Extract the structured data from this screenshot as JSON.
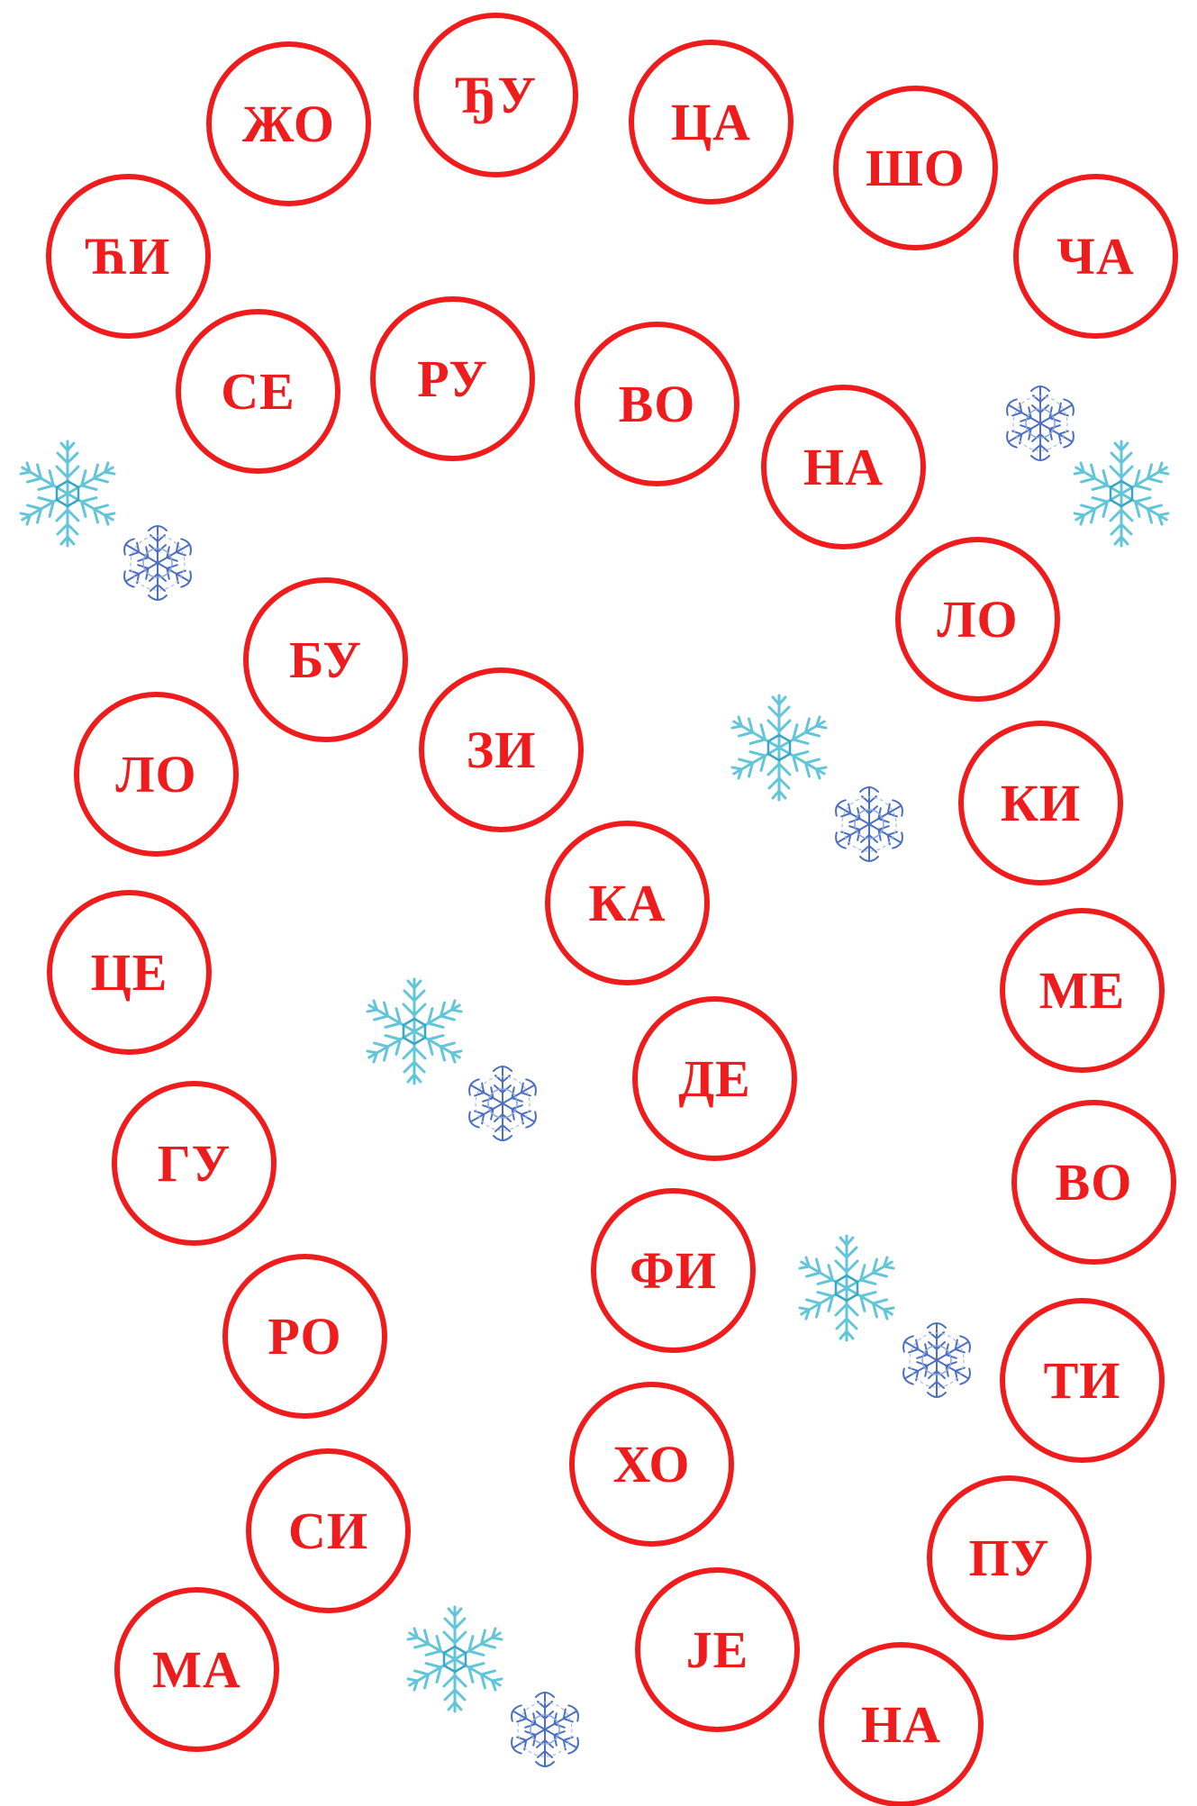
{
  "colors": {
    "accent": "#ee1c1c",
    "flake_light": "#63c5d8",
    "flake_dark": "#4c6fbf"
  },
  "syllables": {
    "s1": "ЖО",
    "s2": "ЂУ",
    "s3": "ЦА",
    "s4": "ШО",
    "s5": "ЧА",
    "s6": "ЋИ",
    "s7": "СЕ",
    "s8": "РУ",
    "s9": "ВО",
    "s10": "НА",
    "s11": "ЛО",
    "s12": "БУ",
    "s13": "ЛО",
    "s14": "ЗИ",
    "s15": "КИ",
    "s16": "КА",
    "s17": "ЦЕ",
    "s18": "МЕ",
    "s19": "ДЕ",
    "s20": "ГУ",
    "s21": "ВО",
    "s22": "ФИ",
    "s23": "РО",
    "s24": "ТИ",
    "s25": "ХО",
    "s26": "СИ",
    "s27": "ПУ",
    "s28": "ЈЕ",
    "s29": "МА",
    "s30": "НА"
  },
  "decorations": {
    "light_flake_icon": "snowflake-light-icon",
    "dark_flake_icon": "snowflake-dark-icon"
  }
}
